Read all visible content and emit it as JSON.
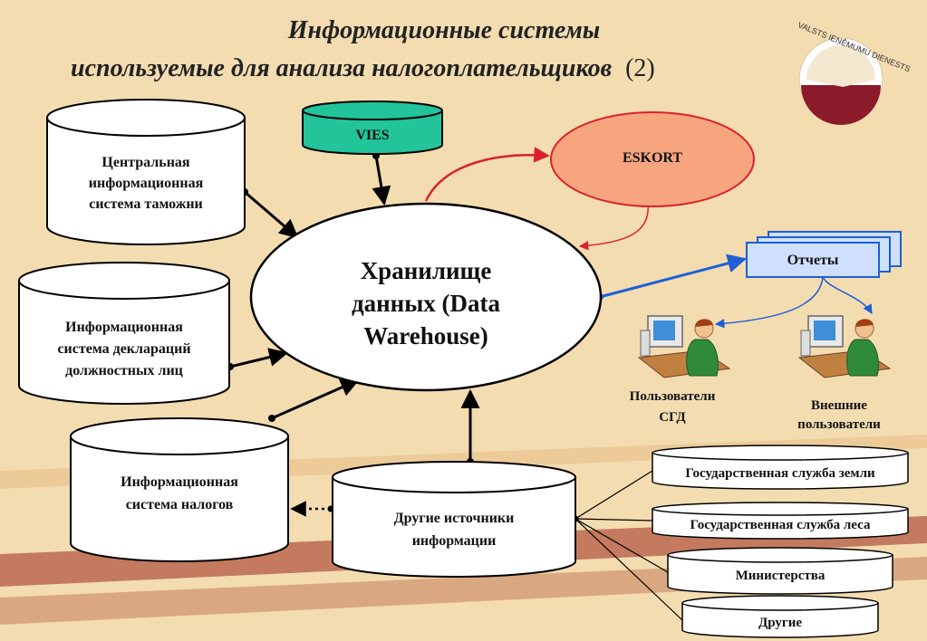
{
  "title": {
    "line1": "Информационные системы",
    "line2": "используемые для анализа налогоплательщиков",
    "suffix": "(2)"
  },
  "logo": {
    "text": "VALSTS IEŅĒMUMU DIENESTS",
    "color": "#8b1a2b"
  },
  "colors": {
    "background": "#f3dcb0",
    "vies_fill": "#22c49a",
    "eskort_fill": "#f7a57f",
    "eskort_stroke": "#d9232a",
    "reports_fill": "#cfe0ff",
    "reports_stroke": "#1e5fd6",
    "stripe": "#9b2a1d"
  },
  "nodes": {
    "customs": [
      "Центральная",
      "информационная",
      "система таможни"
    ],
    "declarations": [
      "Информационная",
      "система деклараций",
      "должностных лиц"
    ],
    "taxes": [
      "Информационная",
      "система налогов"
    ],
    "vies": "VIES",
    "eskort": "ESKORT",
    "warehouse": [
      "Хранилище",
      "данных (Data",
      "Warehouse)"
    ],
    "reports": "Отчеты",
    "other_sources": [
      "Другие источники",
      "информации"
    ],
    "users_sgd": [
      "Пользователи",
      "СГД"
    ],
    "external_users": [
      "Внешние",
      "пользователи"
    ]
  },
  "sources": [
    "Государственная служба земли",
    "Государственная служба леса",
    "Министерства",
    "Другие"
  ]
}
